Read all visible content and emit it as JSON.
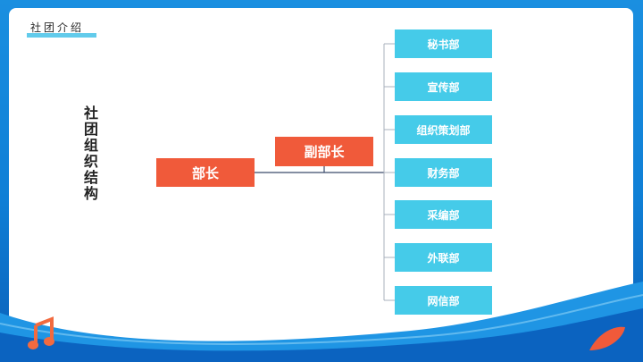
{
  "header": {
    "tag": "社团介绍"
  },
  "side_title": "社团组织结构",
  "org": {
    "head": "部长",
    "vice": "副部长",
    "departments": [
      "秘书部",
      "宣传部",
      "组织策划部",
      "财务部",
      "采编部",
      "外联部",
      "网信部"
    ]
  },
  "colors": {
    "accent_red": "#f05a3a",
    "accent_cyan": "#45cbe9",
    "background_blue": "#1a8fe0"
  }
}
